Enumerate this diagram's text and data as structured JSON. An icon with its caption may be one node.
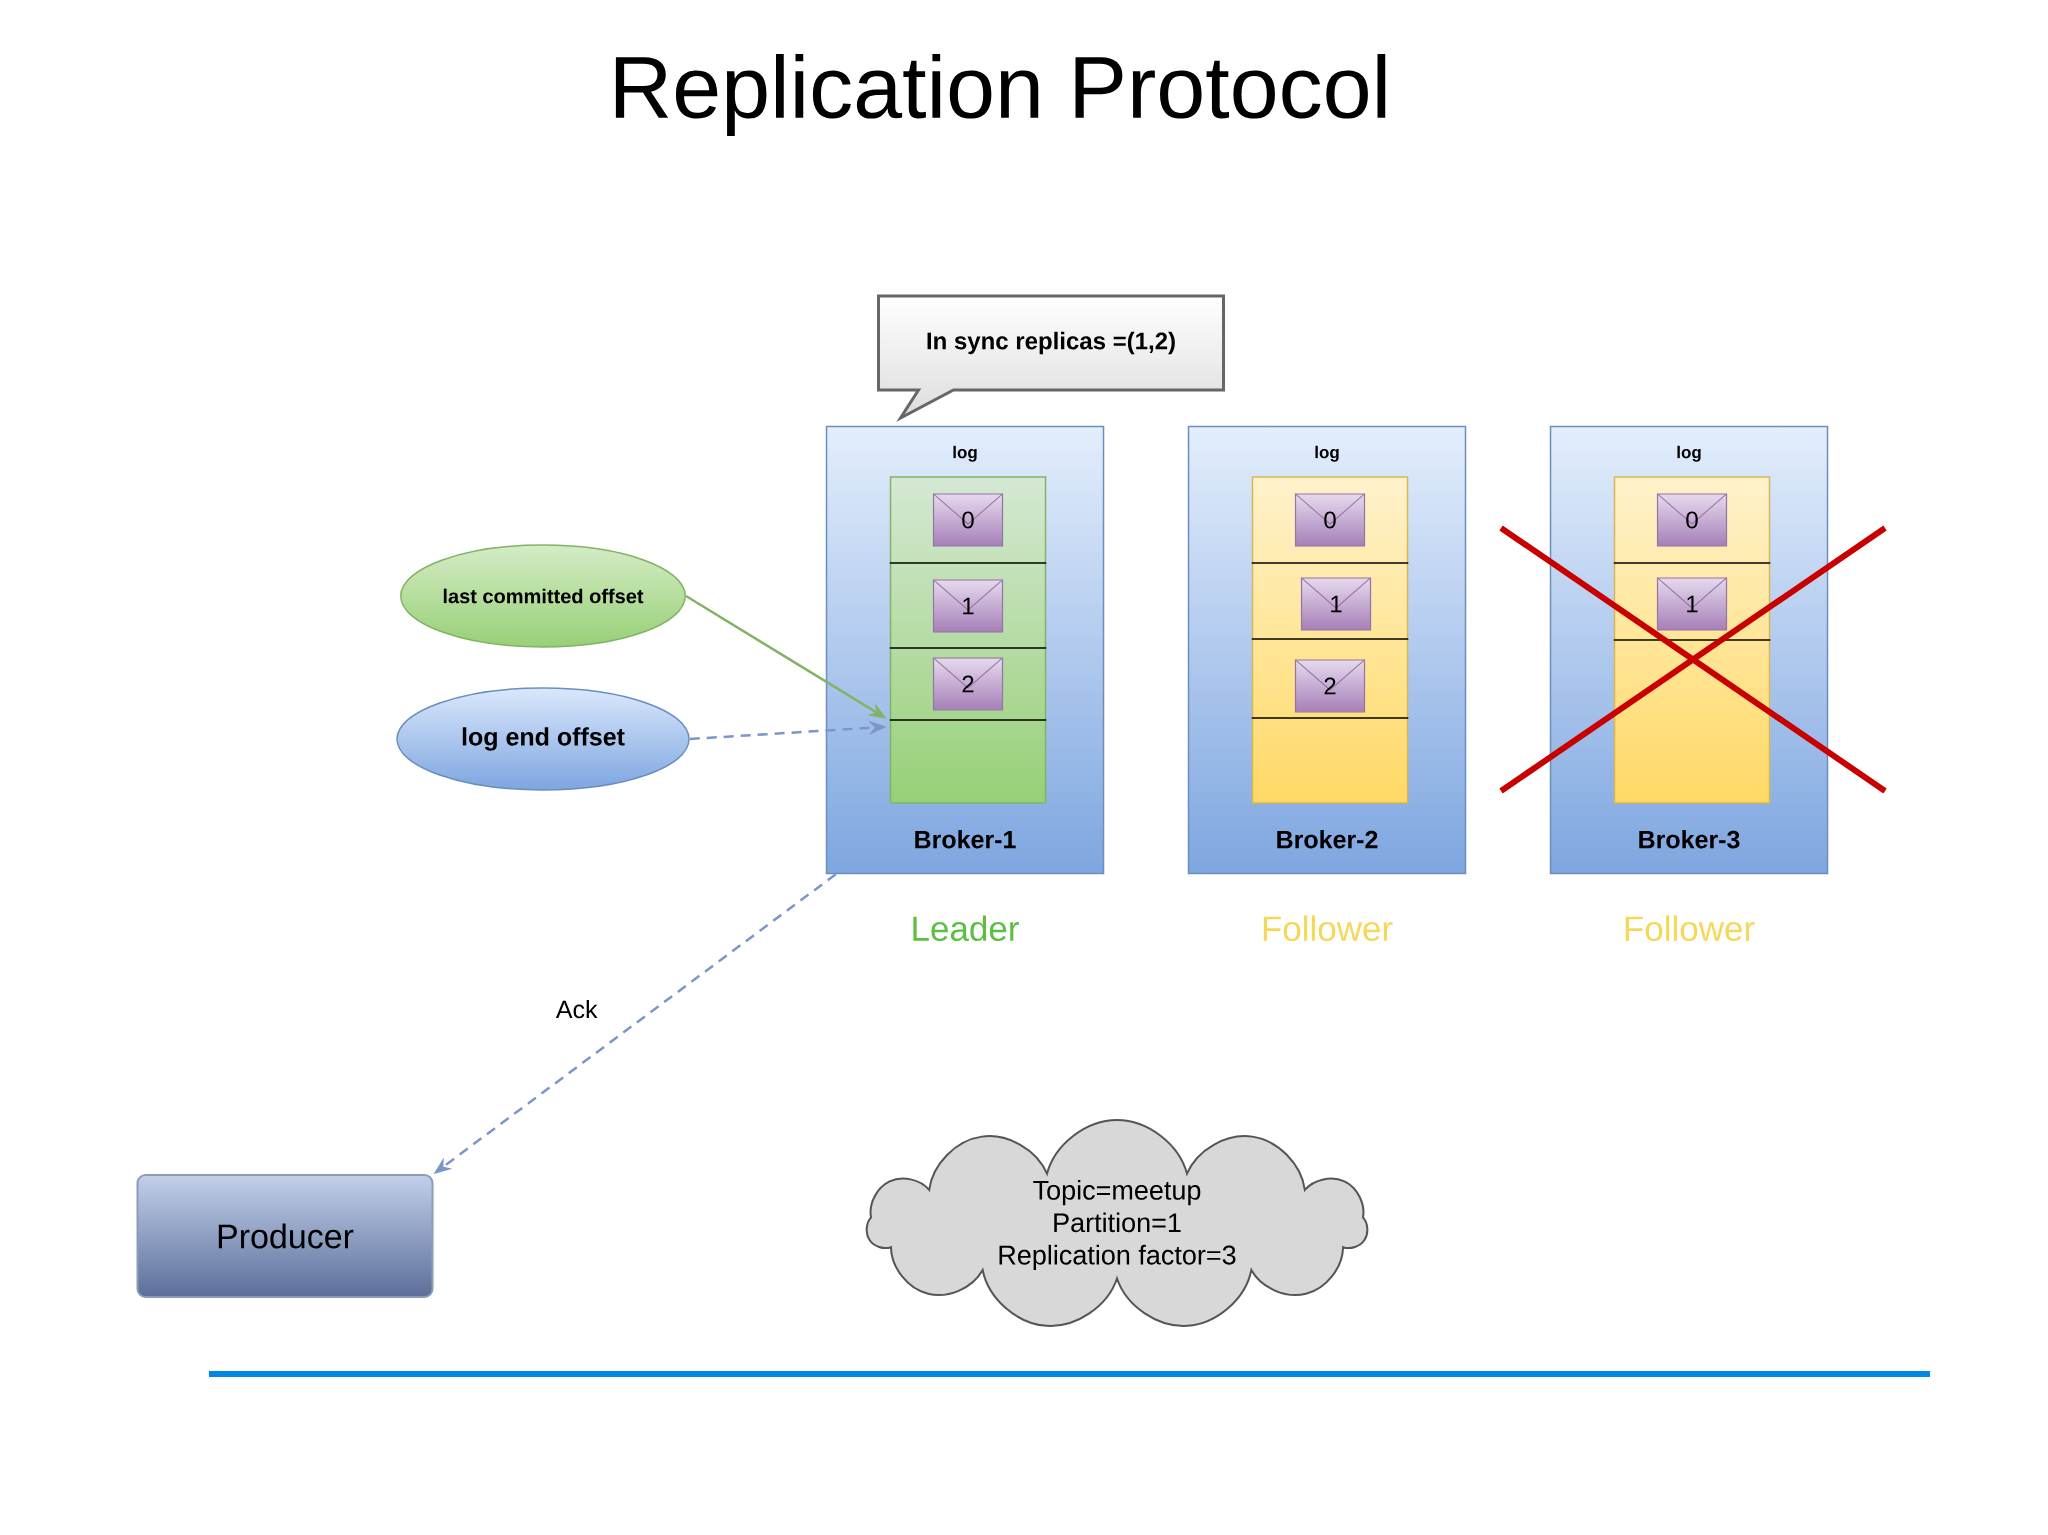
{
  "diagram": {
    "title": "Replication Protocol",
    "nodes": [
      {
        "text": [
          "In sync replicas =(1,2)"
        ]
      },
      {
        "text": [
          "last committed offset"
        ]
      },
      {
        "text": [
          "log end offset"
        ]
      },
      {
        "text": [
          "log",
          "Broker-1"
        ],
        "beside": [
          "Leader"
        ]
      },
      {
        "text": [],
        "shape": "box",
        "in": 3
      },
      {
        "text": [
          "0"
        ],
        "in": 4
      },
      {
        "text": [
          "1"
        ],
        "in": 4
      },
      {
        "text": [
          "2"
        ],
        "in": 4
      },
      {
        "text": [
          "log",
          "Broker-2"
        ],
        "beside": [
          "Follower"
        ]
      },
      {
        "text": [],
        "shape": "box",
        "in": 8
      },
      {
        "text": [
          "0"
        ],
        "in": 9
      },
      {
        "text": [
          "1"
        ],
        "in": 9
      },
      {
        "text": [
          "2"
        ],
        "in": 9
      },
      {
        "text": [
          "log",
          "Broker-3"
        ],
        "beside": [
          "Follower"
        ]
      },
      {
        "text": [],
        "shape": "box",
        "in": 13
      },
      {
        "text": [
          "0"
        ],
        "in": 14
      },
      {
        "text": [
          "1"
        ],
        "in": 14
      },
      {
        "text": [
          "Producer"
        ]
      },
      {
        "text": [
          "Topic=meetup",
          "Partition=1",
          "Replication factor=3"
        ]
      }
    ],
    "edges": [
      {
        "from": 1,
        "to": 4,
        "arrow": "to",
        "color": "#82b366"
      },
      {
        "from": 2,
        "to": 4,
        "arrow": "to",
        "style": "dashed"
      },
      {
        "from": 3,
        "to": 17,
        "arrow": "to",
        "style": "dashed",
        "label": "Ack"
      }
    ]
  }
}
